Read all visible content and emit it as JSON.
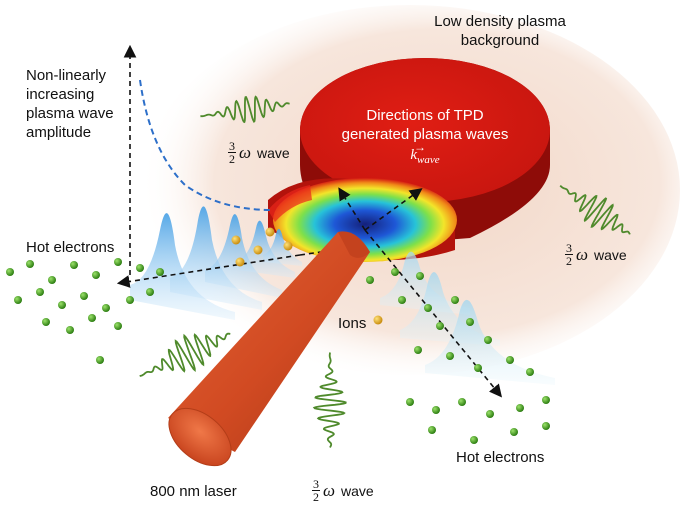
{
  "labels": {
    "plasma_background": [
      "Low density plasma",
      "background"
    ],
    "amplitude": [
      "Non-linearly",
      "increasing",
      "plasma wave",
      "amplitude"
    ],
    "directions": [
      "Directions of TPD",
      "generated plasma waves"
    ],
    "k_wave_symbol": "k",
    "k_wave_subscript": "wave",
    "hot_electrons_left": "Hot electrons",
    "hot_electrons_bottom": "Hot electrons",
    "ions": "Ions",
    "laser": "800 nm laser",
    "wave_fraction_numerator": "3",
    "wave_fraction_denominator": "2",
    "omega": "ω",
    "wave_word": "wave"
  },
  "colors": {
    "halo": "#f4ddd0",
    "disk_red": "#d41a12",
    "disk_dark": "#8e0c08",
    "laser_orange": "#d8532a",
    "laser_dark": "#a33515",
    "wave_green": "#4f8a2c",
    "electron_green": "#3c9a1e",
    "ion_gold": "#e0a820",
    "dashed_blue": "#2d6fc9",
    "wave_packet_blue": "#6fb6ec"
  }
}
